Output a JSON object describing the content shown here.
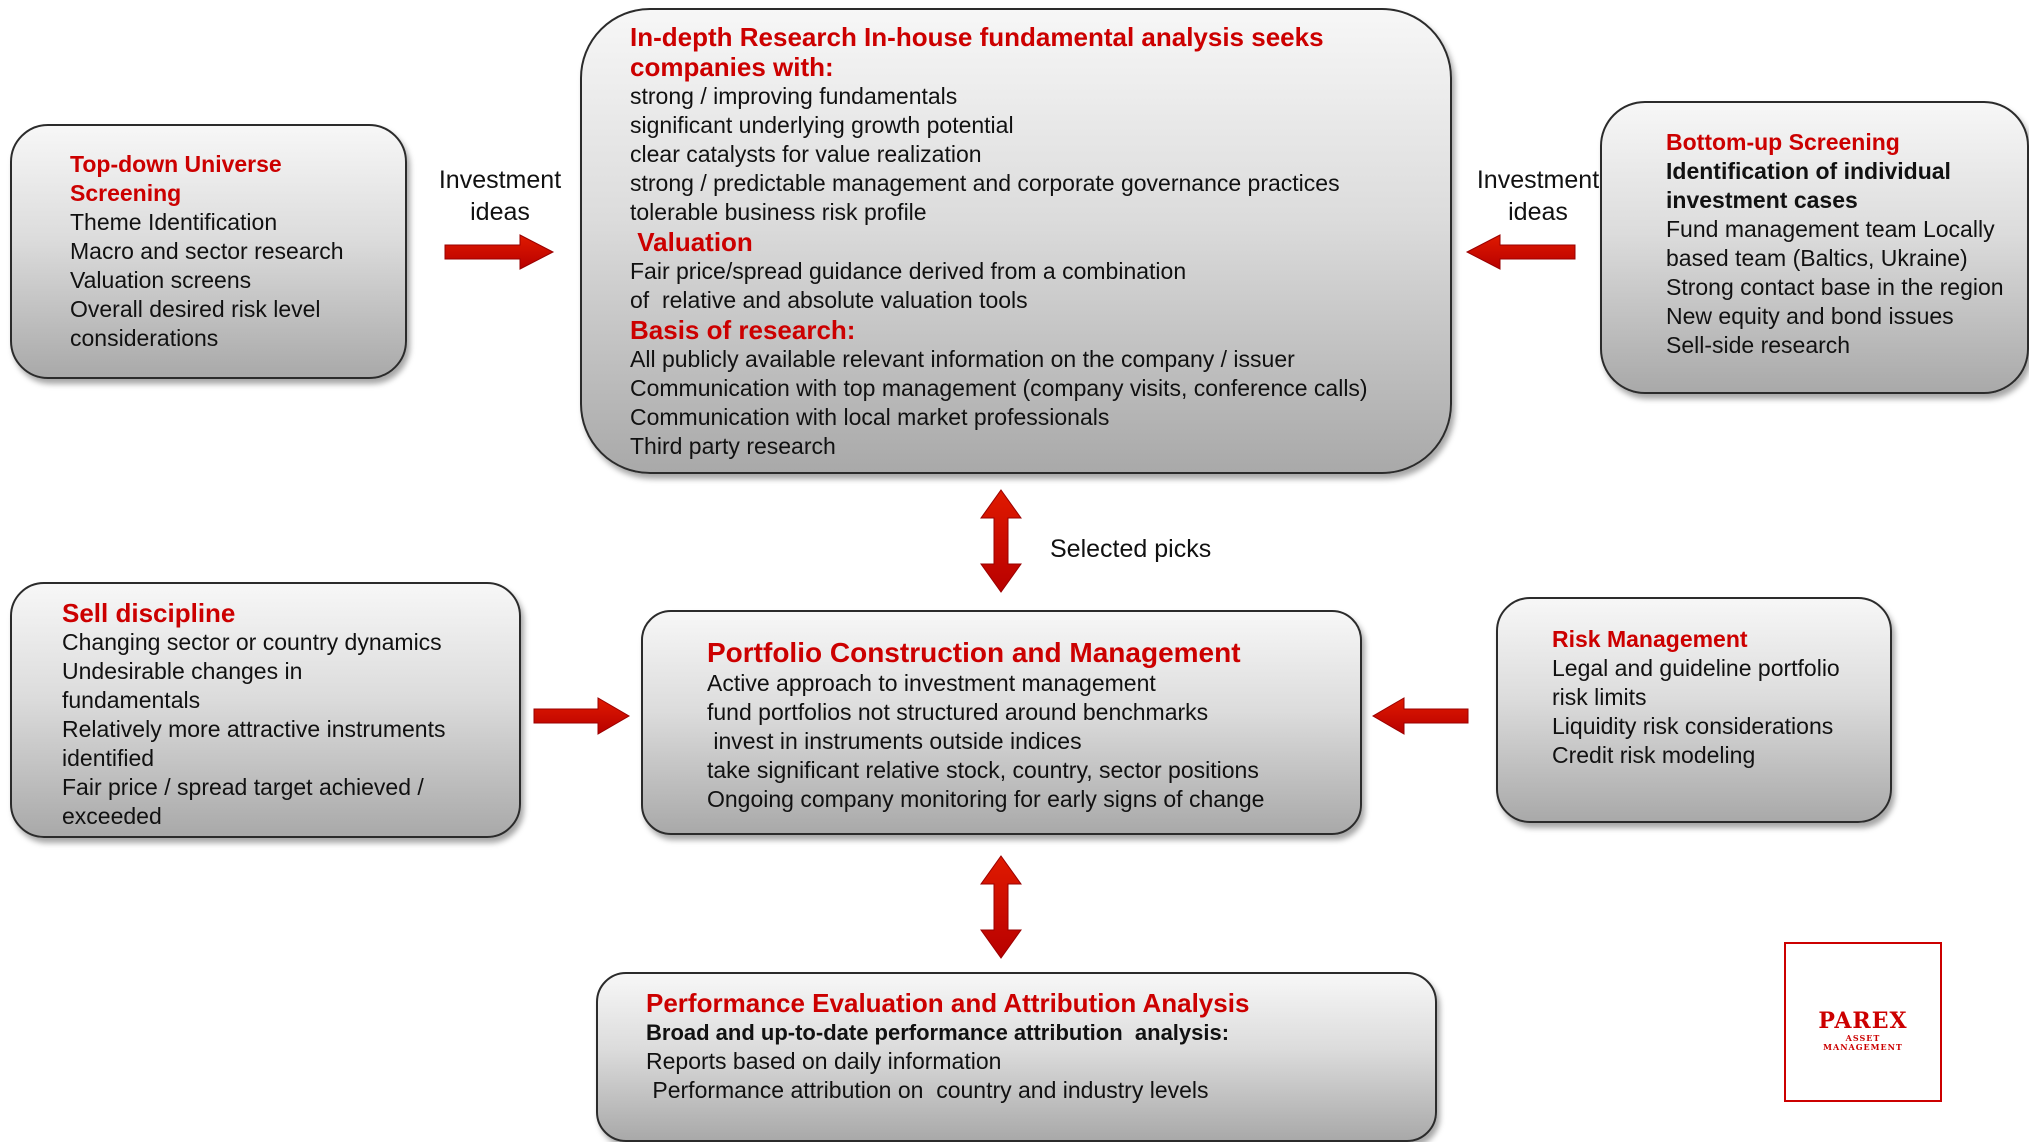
{
  "top_down": {
    "title": [
      "Top-down Universe",
      "Screening"
    ],
    "items": [
      "Theme Identification",
      "Macro and sector research",
      "Valuation screens",
      "Overall desired risk level",
      "considerations"
    ]
  },
  "research": {
    "title": [
      "In-depth Research In-house fundamental analysis seeks",
      "companies with:"
    ],
    "items": [
      "strong / improving fundamentals",
      "significant underlying growth potential",
      "clear catalysts for value realization",
      "strong / predictable management and corporate governance practices",
      "tolerable business risk profile"
    ],
    "valuation_title": " Valuation",
    "valuation_items": [
      "Fair price/spread guidance derived from a combination",
      "of  relative and absolute valuation tools"
    ],
    "basis_title": "Basis of research:",
    "basis_items": [
      "All publicly available relevant information on the company / issuer",
      "Communication with top management (company visits, conference calls)",
      "Communication with local market professionals",
      "Third party research"
    ]
  },
  "bottom_up": {
    "title": "Bottom-up Screening",
    "subtitle": [
      "Identification of individual",
      "investment cases"
    ],
    "items": [
      "Fund management team Locally",
      "based team (Baltics, Ukraine)",
      "Strong contact base in the region",
      "New equity and bond issues",
      "Sell-side research"
    ]
  },
  "sell": {
    "title": "Sell discipline",
    "items": [
      "Changing sector or country dynamics",
      "Undesirable changes in",
      "fundamentals",
      "Relatively more attractive instruments",
      "identified",
      "Fair price / spread target achieved /",
      "exceeded"
    ]
  },
  "portfolio": {
    "title": "Portfolio Construction and Management",
    "items": [
      "Active approach to investment management",
      "fund portfolios not structured around benchmarks",
      " invest in instruments outside indices",
      "take significant relative stock, country, sector positions",
      "Ongoing company monitoring for early signs of change"
    ]
  },
  "risk": {
    "title": "Risk Management",
    "items": [
      "Legal and guideline portfolio",
      "risk limits",
      "Liquidity risk considerations",
      "Credit risk modeling"
    ]
  },
  "performance": {
    "title": "Performance Evaluation and Attribution Analysis",
    "subtitle": "Broad and up-to-date performance attribution  analysis:",
    "items": [
      "Reports based on daily information",
      " Performance attribution on  country and industry levels"
    ]
  },
  "labels": {
    "investment_left": [
      "Investment",
      "ideas"
    ],
    "investment_right": [
      "Investment",
      "ideas"
    ],
    "selected_picks": "Selected picks"
  },
  "logo": {
    "brand": "PAREX",
    "line1": "ASSET",
    "line2": "MANAGEMENT"
  },
  "colors": {
    "accent_red": "#cc0000",
    "box_top": "#f7f7f7",
    "box_bottom": "#a9a9a9"
  }
}
